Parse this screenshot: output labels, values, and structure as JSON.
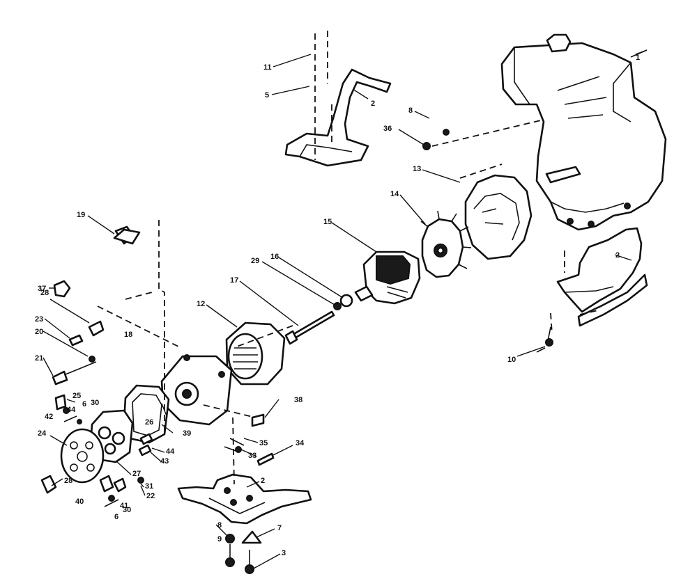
{
  "callouts": [
    {
      "id": "c-11",
      "text": "11"
    },
    {
      "id": "c-5",
      "text": "5"
    },
    {
      "id": "c-2-top",
      "text": "2"
    },
    {
      "id": "c-8-top",
      "text": "8"
    },
    {
      "id": "c-36",
      "text": "36"
    },
    {
      "id": "c-1",
      "text": "1"
    },
    {
      "id": "c-13",
      "text": "13"
    },
    {
      "id": "c-14",
      "text": "14"
    },
    {
      "id": "c-15",
      "text": "15"
    },
    {
      "id": "c-19",
      "text": "19"
    },
    {
      "id": "c-16",
      "text": "16"
    },
    {
      "id": "c-29",
      "text": "29"
    },
    {
      "id": "c-17",
      "text": "17"
    },
    {
      "id": "c-12",
      "text": "12"
    },
    {
      "id": "c-2-right",
      "text": "2"
    },
    {
      "id": "c-37",
      "text": "37"
    },
    {
      "id": "c-28-top",
      "text": "28"
    },
    {
      "id": "c-18",
      "text": "18"
    },
    {
      "id": "c-23",
      "text": "23"
    },
    {
      "id": "c-20",
      "text": "20"
    },
    {
      "id": "c-21",
      "text": "21"
    },
    {
      "id": "c-10",
      "text": "10"
    },
    {
      "id": "c-25",
      "text": "25"
    },
    {
      "id": "c-44-top",
      "text": "44"
    },
    {
      "id": "c-6-top",
      "text": "6"
    },
    {
      "id": "c-30-top",
      "text": "30"
    },
    {
      "id": "c-42",
      "text": "42"
    },
    {
      "id": "c-26",
      "text": "26"
    },
    {
      "id": "c-38",
      "text": "38"
    },
    {
      "id": "c-39",
      "text": "39"
    },
    {
      "id": "c-24",
      "text": "24"
    },
    {
      "id": "c-44-mid",
      "text": "44"
    },
    {
      "id": "c-43",
      "text": "43"
    },
    {
      "id": "c-35",
      "text": "35"
    },
    {
      "id": "c-33",
      "text": "33"
    },
    {
      "id": "c-34",
      "text": "34"
    },
    {
      "id": "c-27",
      "text": "27"
    },
    {
      "id": "c-28-bot",
      "text": "28"
    },
    {
      "id": "c-31",
      "text": "31"
    },
    {
      "id": "c-22",
      "text": "22"
    },
    {
      "id": "c-2-bot",
      "text": "2"
    },
    {
      "id": "c-40",
      "text": "40"
    },
    {
      "id": "c-41",
      "text": "41"
    },
    {
      "id": "c-30-bot",
      "text": "30"
    },
    {
      "id": "c-6-bot",
      "text": "6"
    },
    {
      "id": "c-8-bot",
      "text": "8"
    },
    {
      "id": "c-7",
      "text": "7"
    },
    {
      "id": "c-9",
      "text": "9"
    },
    {
      "id": "c-3",
      "text": "3"
    }
  ]
}
